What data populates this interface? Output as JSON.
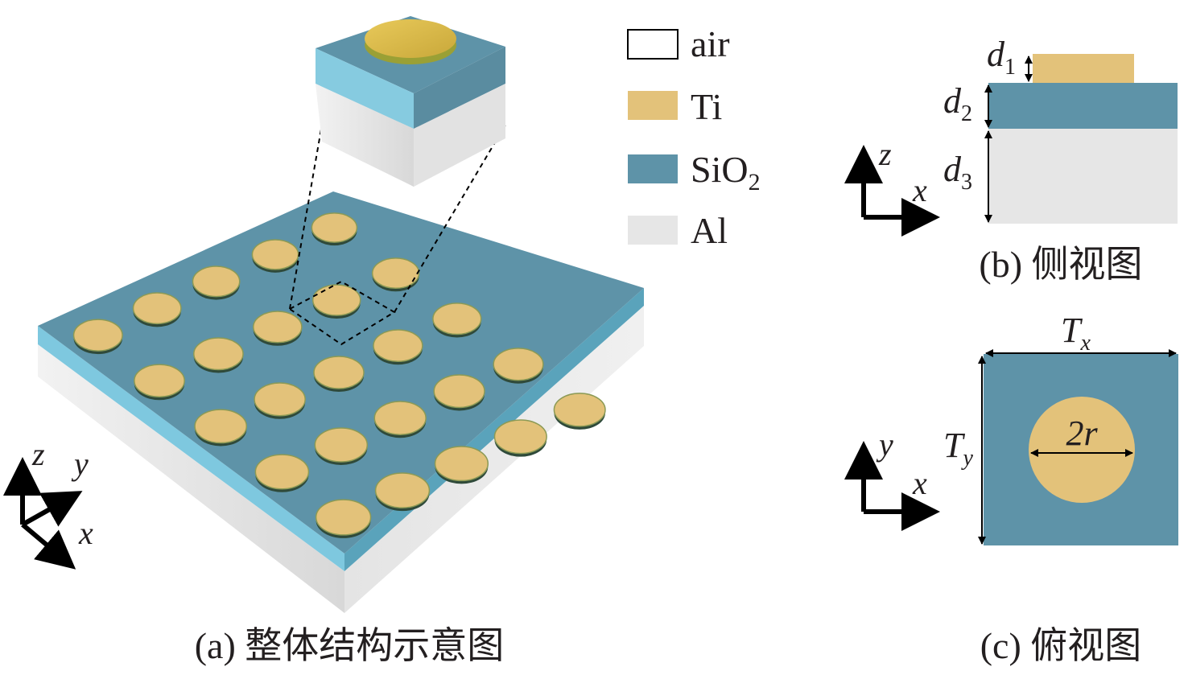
{
  "legend": {
    "items": [
      {
        "label": "air",
        "color": "#ffffff"
      },
      {
        "label": "Ti",
        "color": "#e3c27a"
      },
      {
        "label": "SiO",
        "subscript": "2",
        "color": "#5e93a8"
      },
      {
        "label": "Al",
        "color": "#e6e6e6"
      }
    ]
  },
  "captions": {
    "a": "(a) 整体结构示意图",
    "b": "(b) 侧视图",
    "c": "(c) 俯视图"
  },
  "axes": {
    "z": "z",
    "x": "x",
    "y": "y"
  },
  "side_view": {
    "d1": "d",
    "d1_sub": "1",
    "d2": "d",
    "d2_sub": "2",
    "d3": "d",
    "d3_sub": "3"
  },
  "top_view": {
    "tx": "T",
    "tx_sub": "x",
    "ty": "T",
    "ty_sub": "y",
    "diameter": "2r"
  },
  "colors": {
    "sio2_top": "#5e93a8",
    "sio2_side": "#7ec8df",
    "al": "#e6e6e6",
    "ti": "#e3c27a",
    "ti_edge": "#8c9a55"
  }
}
